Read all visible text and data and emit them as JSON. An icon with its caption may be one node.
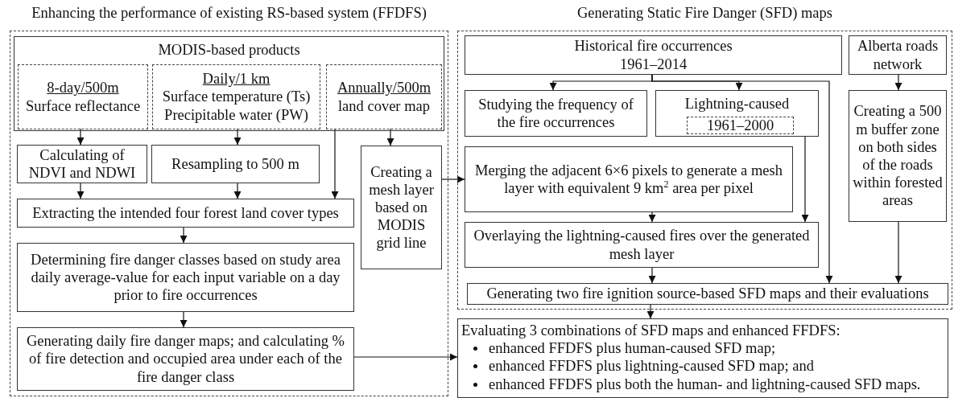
{
  "diagram": {
    "nodes": [
      {
        "text": [
          "Enhancing the performance of existing RS-based system (FFDFS)"
        ]
      },
      {
        "text": [
          "MODIS-based products"
        ],
        "in": 0
      },
      {
        "text": [
          "8-day/500m",
          "Surface reflectance"
        ],
        "in": 1
      },
      {
        "text": [
          "Daily/1 km",
          "Surface temperature (Ts)",
          "Precipitable water (PW)"
        ],
        "in": 1
      },
      {
        "text": [
          "Annually/500m",
          "land cover map"
        ],
        "in": 1
      },
      {
        "text": [
          "Calculating of NDVI and NDWI"
        ],
        "in": 0
      },
      {
        "text": [
          "Resampling to 500 m"
        ],
        "in": 0
      },
      {
        "text": [
          "Creating a mesh layer based on MODIS grid line"
        ],
        "in": 0
      },
      {
        "text": [
          "Extracting the intended four forest land cover types"
        ],
        "in": 0
      },
      {
        "text": [
          "Determining fire danger classes based on study area daily average-value for each input variable on a day prior to fire occurrences"
        ],
        "in": 0
      },
      {
        "text": [
          "Generating daily fire danger maps; and calculating % of fire detection and occupied area under each of the fire danger class"
        ],
        "in": 0
      },
      {
        "text": [
          "Generating Static Fire Danger (SFD) maps"
        ]
      },
      {
        "text": [
          "Historical fire occurrences",
          "1961–2014"
        ],
        "in": 11
      },
      {
        "text": [
          "Alberta roads network"
        ],
        "in": 11
      },
      {
        "text": [
          "Studying the frequency of the fire occurrences"
        ],
        "in": 11
      },
      {
        "text": [
          "Lightning-caused"
        ],
        "in": 11
      },
      {
        "text": [
          "1961–2000"
        ],
        "in": 15
      },
      {
        "text": [
          "Merging the adjacent 6×6 pixels to generate a mesh layer with equivalent 9 km$^{2}$ area per pixel"
        ],
        "in": 11
      },
      {
        "text": [
          "Creating a 500 m buffer zone on both sides of the roads within forested areas"
        ],
        "in": 11
      },
      {
        "text": [
          "Overlaying the lightning-caused fires over the generated mesh layer"
        ],
        "in": 11
      },
      {
        "text": [
          "Generating two fire ignition source-based SFD maps and their evaluations"
        ],
        "in": 11
      },
      {
        "text": [
          "Evaluating 3 combinations of SFD maps and enhanced FFDFS:",
          "enhanced FFDFS plus human-caused SFD map;",
          "enhanced FFDFS plus lightning-caused SFD map; and",
          "enhanced FFDFS plus both the human- and lightning-caused SFD maps."
        ]
      }
    ],
    "edges": [
      {
        "from": 2,
        "to": 5,
        "arrow": "to"
      },
      {
        "from": 3,
        "to": 6,
        "arrow": "to"
      },
      {
        "from": 4,
        "to": 8,
        "arrow": "to"
      },
      {
        "from": 4,
        "to": 7,
        "arrow": "to"
      },
      {
        "from": 5,
        "to": 8,
        "arrow": "to"
      },
      {
        "from": 6,
        "to": 8,
        "arrow": "to"
      },
      {
        "from": 8,
        "to": 9,
        "arrow": "to"
      },
      {
        "from": 9,
        "to": 10,
        "arrow": "to"
      },
      {
        "from": 10,
        "to": 21,
        "arrow": "to"
      },
      {
        "from": 7,
        "to": 17,
        "arrow": "to"
      },
      {
        "from": 12,
        "to": 14,
        "arrow": "to"
      },
      {
        "from": 12,
        "to": 15,
        "arrow": "to"
      },
      {
        "from": 12,
        "to": 20,
        "arrow": "to"
      },
      {
        "from": 15,
        "to": 19,
        "arrow": "to"
      },
      {
        "from": 17,
        "to": 19,
        "arrow": "to"
      },
      {
        "from": 13,
        "to": 18,
        "arrow": "to"
      },
      {
        "from": 18,
        "to": 20,
        "arrow": "to"
      },
      {
        "from": 19,
        "to": 20,
        "arrow": "to"
      },
      {
        "from": 20,
        "to": 21,
        "arrow": "to"
      }
    ]
  }
}
